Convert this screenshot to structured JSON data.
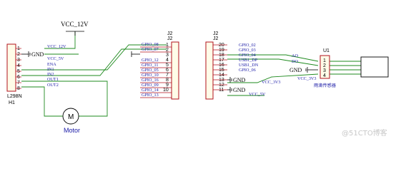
{
  "power": {
    "vcc_label": "VCC_12V"
  },
  "motor": {
    "symbol": "M",
    "label": "Motor"
  },
  "h1": {
    "refdes": "H1",
    "part": "L298N",
    "pins": [
      "1",
      "2",
      "3",
      "4",
      "5",
      "6",
      "7",
      "8"
    ],
    "nets": [
      "VCC_12V",
      "VCC_5V",
      "ENA",
      "IN1",
      "IN2",
      "OUT1",
      "OUT2"
    ],
    "gnd": "GND"
  },
  "j2_left": {
    "refdes_a": "J2",
    "refdes_b": "J2",
    "pins": [
      "1",
      "2",
      "3",
      "4",
      "5",
      "6",
      "7",
      "8",
      "9",
      "10"
    ],
    "nets": [
      "GPIO_08",
      "GPIO_07",
      "GPIO_12",
      "GPIO_11",
      "GPIO_05",
      "GPIO_10",
      "GPIO_16",
      "GPIO_09",
      "GPIO_14",
      "GPIO_13"
    ]
  },
  "j2_right": {
    "refdes_a": "J2",
    "refdes_b": "J2",
    "pins": [
      "20",
      "19",
      "18",
      "17",
      "16",
      "15",
      "14",
      "13",
      "12",
      "11"
    ],
    "nets": [
      "GPIO_02",
      "GPIO_03",
      "GPIO_04",
      "USB1_DP",
      "USB1_DN",
      "GPIO_06",
      "VCC_3V3",
      "GND",
      "VCC_5V"
    ],
    "gnd_a": "GND",
    "gnd_b": "GND"
  },
  "u1": {
    "refdes": "U1",
    "part": "雨滴传感器",
    "pins": [
      "1",
      "2",
      "3",
      "4"
    ],
    "nets": [
      "AO",
      "DO",
      "VCC_3V3"
    ],
    "gnd": "GND"
  },
  "watermark": "@51CTO博客"
}
